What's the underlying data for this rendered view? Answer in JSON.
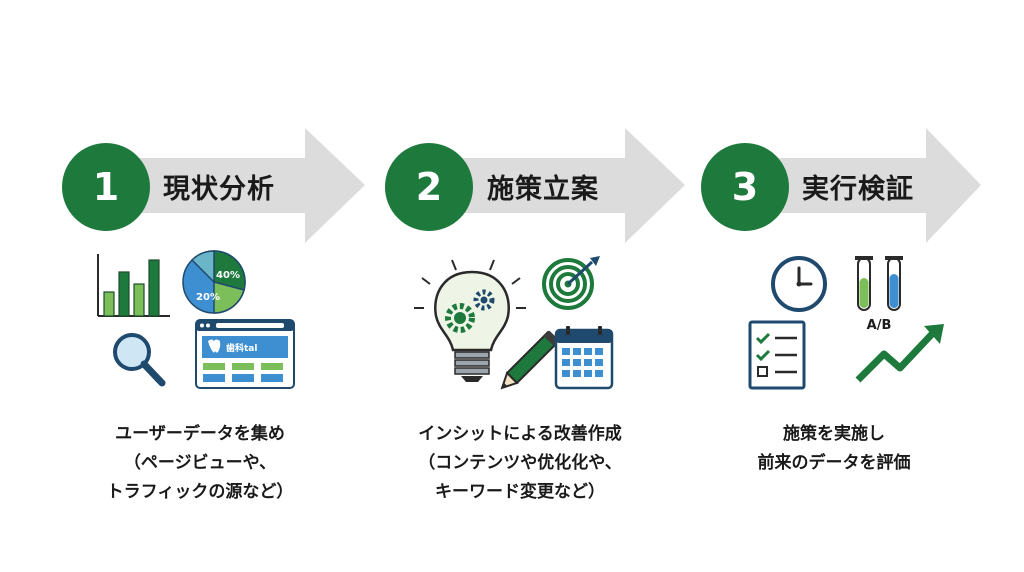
{
  "steps": [
    {
      "number": "1",
      "title": "現状分析",
      "description": [
        "ユーザーデータを集め",
        "（ページビューや、",
        "トラフィックの源など）"
      ],
      "chart_labels": [
        "40%",
        "20%"
      ],
      "browser_text": "歯科tal"
    },
    {
      "number": "2",
      "title": "施策立案",
      "description": [
        "インシットによる改善作成",
        "（コンテンツや优化化や、",
        "キーワード変更など）"
      ]
    },
    {
      "number": "3",
      "title": "実行検証",
      "description": [
        "施策を実施し",
        "前来のデータを評価"
      ],
      "ab_label": "A/B"
    }
  ],
  "colors": {
    "accent_green": "#1d7a3c",
    "light_green": "#7cbf5a",
    "blue": "#3d8fd1",
    "navy": "#1f4a6e",
    "arrow_gray": "#dcdcdc"
  }
}
